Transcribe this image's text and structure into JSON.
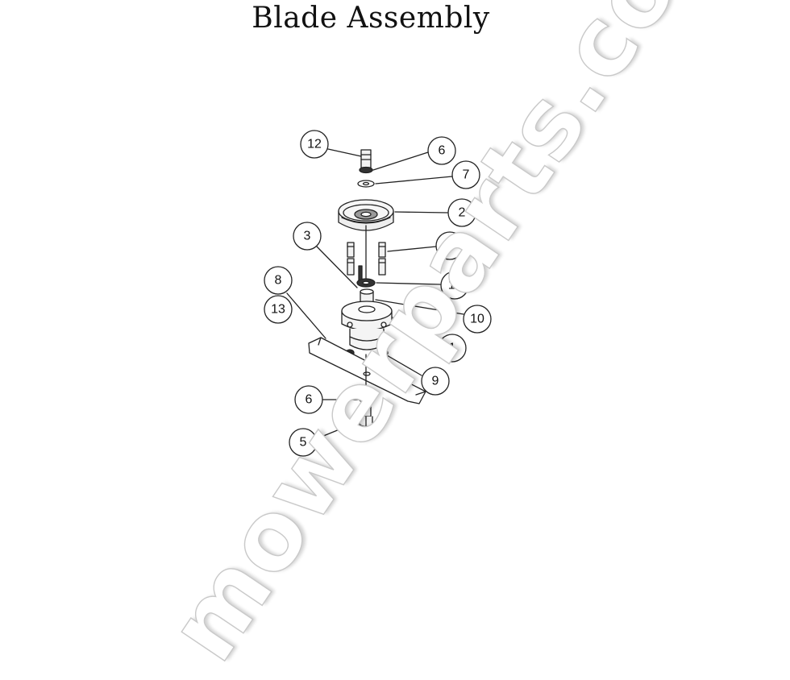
{
  "title": "Blade Assembly",
  "watermark": "mowerparts.com",
  "callouts": {
    "c12": "12",
    "c6a": "6",
    "c7": "7",
    "c2": "2",
    "c3": "3",
    "c4": "4",
    "c11": "11",
    "c8": "8",
    "c13": "13",
    "c10": "10",
    "c1": "1",
    "c9": "9",
    "c6b": "6",
    "c5": "5"
  }
}
